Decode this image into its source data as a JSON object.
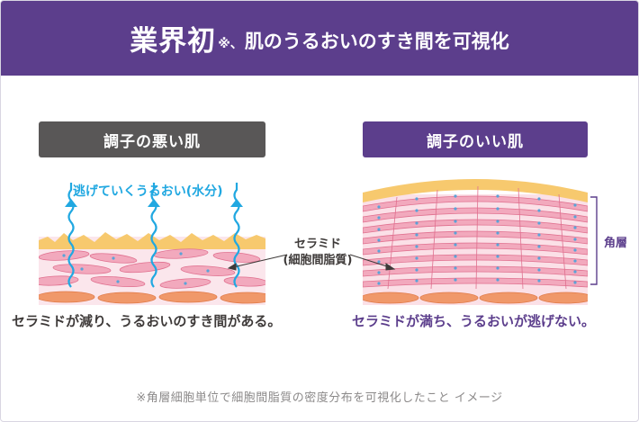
{
  "header": {
    "title_main": "業界初",
    "title_mark": "※、",
    "title_rest": "肌のうるおいのすき間を可視化",
    "bg_color": "#5c3e8c"
  },
  "left_panel": {
    "label": "調子の悪い肌",
    "label_color": "#595757",
    "escape_text": "逃げていくうるおい(水分)",
    "escape_color": "#21a8e1",
    "caption": "セラミドが減り、うるおいのすき間がある。"
  },
  "right_panel": {
    "label": "調子のいい肌",
    "label_color": "#5c3e8c",
    "layer_label": "角層",
    "caption": "セラミドが満ち、うるおいが逃げない。"
  },
  "ceramide_label": {
    "line1": "セラミド",
    "line2": "(細胞間脂質)"
  },
  "footnote": "※角層細胞単位で細胞間脂質の密度分布を可視化したこと イメージ",
  "colors": {
    "cell_pink": "#f2a9bd",
    "cell_outline": "#e0708f",
    "cell_dot": "#5aa3d8",
    "base_orange": "#f0986a",
    "surface_yellow": "#f7c96e",
    "ceramide_fill": "#fbe0e7"
  }
}
